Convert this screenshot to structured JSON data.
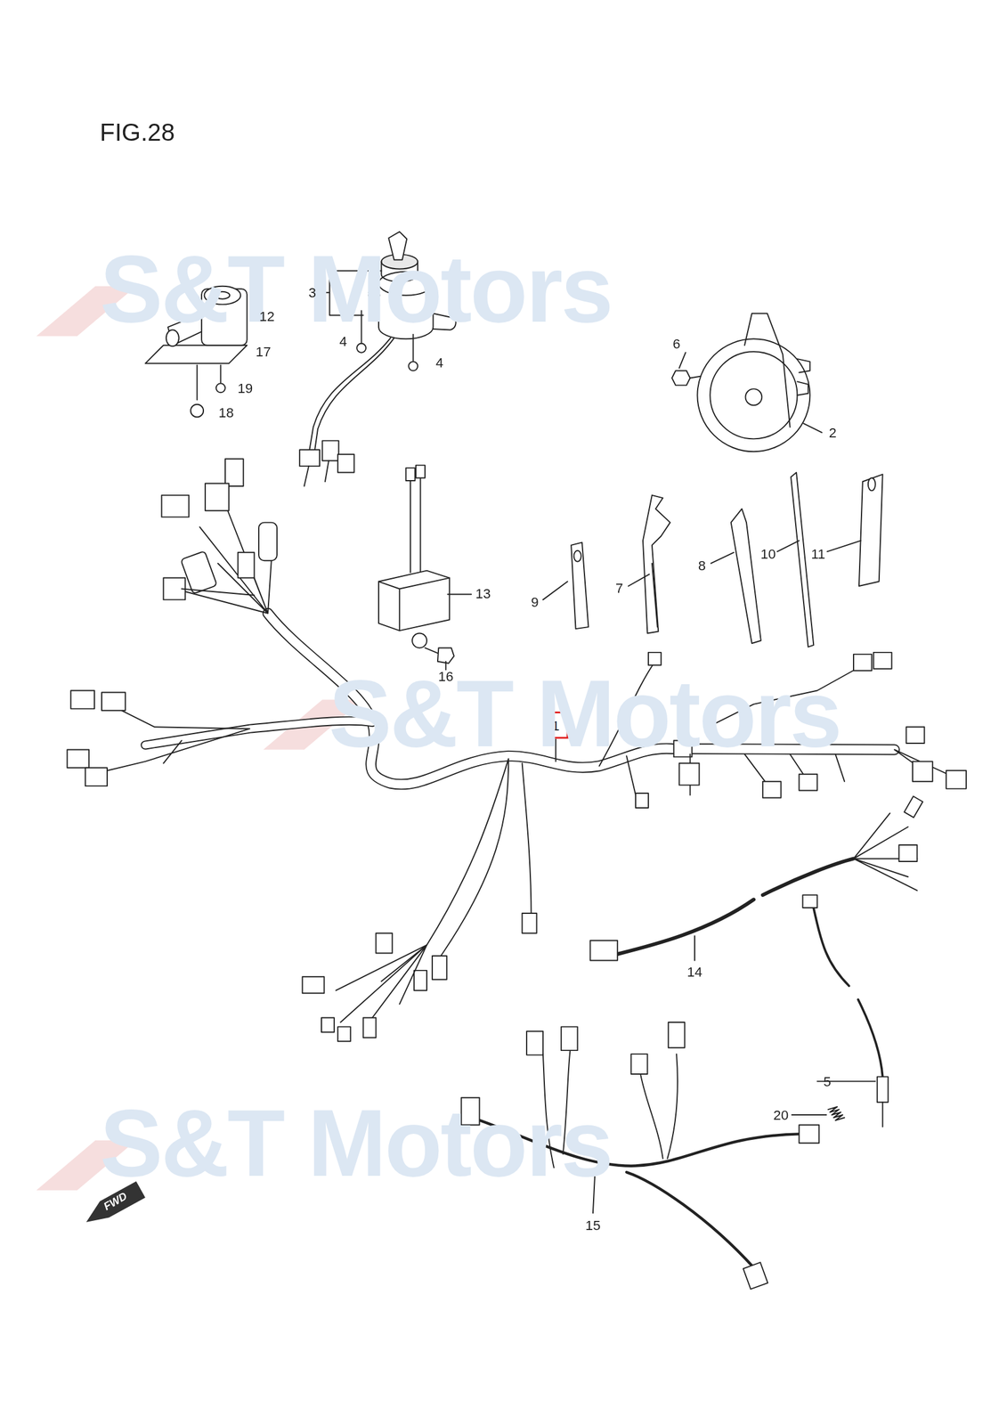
{
  "diagram": {
    "title": "FIG.28",
    "nodes": [
      {
        "text": [
          "1"
        ]
      }
    ],
    "labels": [
      "S&T Motors",
      "S&T Motors",
      "S&T Motors",
      "3",
      "12",
      "17",
      "4",
      "4",
      "19",
      "18",
      "6",
      "2",
      "13",
      "9",
      "7",
      "8",
      "10",
      "11",
      "16",
      "14",
      "5",
      "20",
      "15",
      "FWD"
    ]
  }
}
